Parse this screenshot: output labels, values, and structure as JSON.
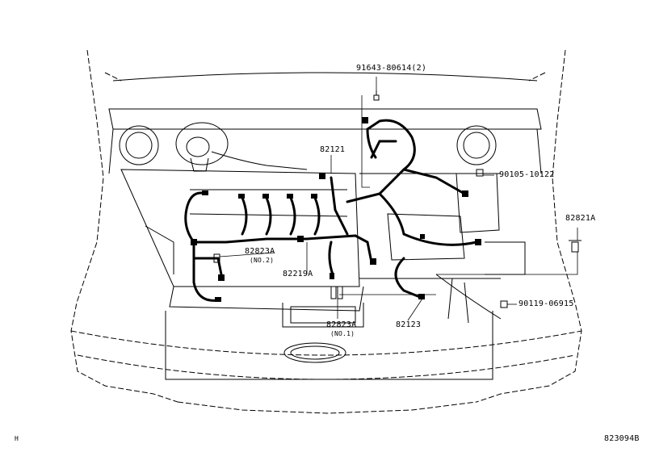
{
  "parts": {
    "p91643": "91643-80614(2)",
    "p82121": "82121",
    "p90105": "90105-10122",
    "p82821A": "82821A",
    "p82823A_no2": "82823A",
    "no2": "(NO.2)",
    "p82219A": "82219A",
    "p82823A_no1": "82823A",
    "no1": "(NO.1)",
    "p82123": "82123",
    "p90119": "90119-06915"
  },
  "footer": {
    "corner_mark": "H",
    "diagram_id": "823094B"
  },
  "colors": {
    "line": "#000000",
    "background": "#ffffff"
  }
}
